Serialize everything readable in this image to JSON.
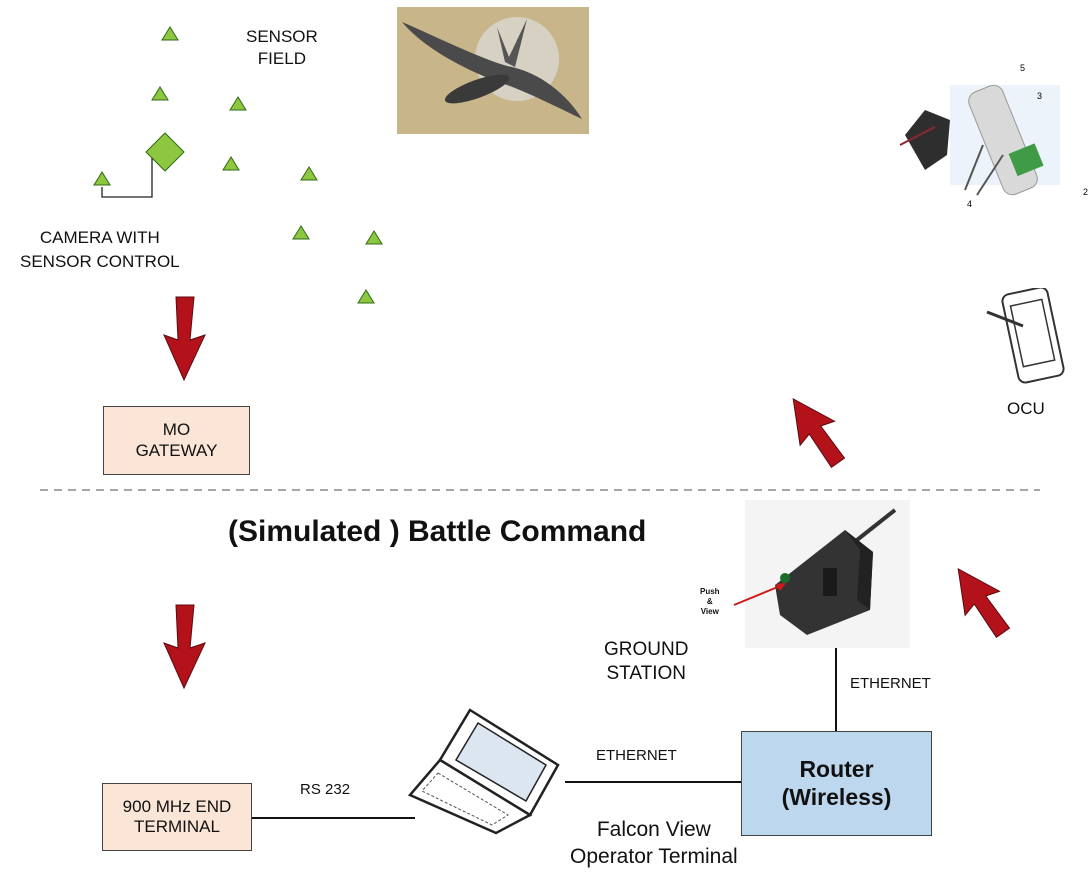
{
  "labels": {
    "sensor_field": [
      "SENSOR",
      "FIELD"
    ],
    "camera": [
      "CAMERA WITH",
      "SENSOR CONTROL"
    ],
    "ocu": "OCU",
    "battle_command": "(Simulated ) Battle Command",
    "push_view": [
      "Push",
      "&",
      "View"
    ],
    "ground_station": [
      "GROUND",
      "STATION"
    ],
    "ethernet_vertical": "ETHERNET",
    "ethernet_horizontal": "ETHERNET",
    "rs232": "RS 232",
    "falcon_view": [
      "Falcon View",
      "Operator Terminal"
    ]
  },
  "boxes": {
    "mo_gateway": [
      "MO",
      "GATEWAY"
    ],
    "end_terminal": [
      "900 MHz END",
      "TERMINAL"
    ],
    "router": [
      "Router",
      "(Wireless)"
    ]
  },
  "colors": {
    "sensor_fill": "#8dc63f",
    "sensor_stroke": "#2f6b13",
    "arrow_fill": "#b3121b",
    "gateway_fill": "#fbe5d6",
    "router_fill": "#bdd7ee",
    "divider": "#888888"
  },
  "icons": [
    "uav-drone-image",
    "sensor-device-image",
    "tablet-icon",
    "ground-station-image",
    "laptop-icon"
  ]
}
